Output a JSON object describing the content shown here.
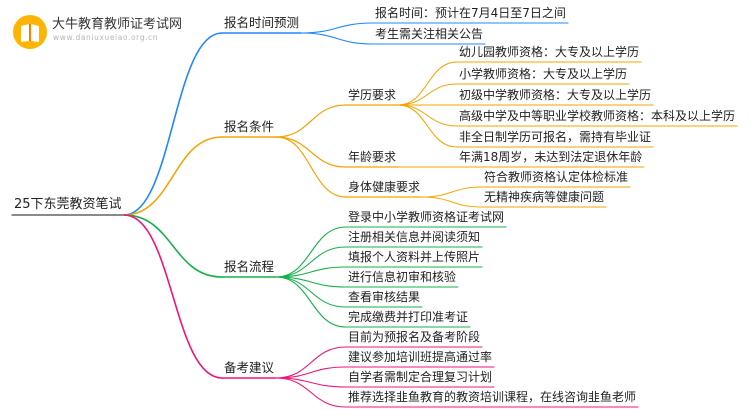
{
  "brand": {
    "name": "大牛教育教师证考试网",
    "url": "www.daniuxueiao.org.cn",
    "logo_icon": "book-logo-icon"
  },
  "colors": {
    "blue": "#1e88ff",
    "orange": "#f5a300",
    "green": "#16b04a",
    "magenta": "#f0157a"
  },
  "root": "25下东莞教资笔试",
  "branches": [
    {
      "label": "报名时间预测",
      "color": "blue",
      "children": [
        {
          "label": "报名时间：预计在7月4日至7日之间"
        },
        {
          "label": "考生需关注相关公告"
        }
      ]
    },
    {
      "label": "报名条件",
      "color": "orange",
      "children": [
        {
          "label": "学历要求",
          "children": [
            {
              "label": "幼儿园教师资格：大专及以上学历"
            },
            {
              "label": "小学教师资格：大专及以上学历"
            },
            {
              "label": "初级中学教师资格：大专及以上学历"
            },
            {
              "label": "高级中学及中等职业学校教师资格：本科及以上学历"
            },
            {
              "label": "非全日制学历可报名，需持有毕业证"
            }
          ]
        },
        {
          "label": "年龄要求",
          "children": [
            {
              "label": "年满18周岁，未达到法定退休年龄"
            }
          ]
        },
        {
          "label": "身体健康要求",
          "children": [
            {
              "label": "符合教师资格认定体检标准"
            },
            {
              "label": "无精神疾病等健康问题"
            }
          ]
        }
      ]
    },
    {
      "label": "报名流程",
      "color": "green",
      "children": [
        {
          "label": "登录中小学教师资格证考试网"
        },
        {
          "label": "注册相关信息并阅读须知"
        },
        {
          "label": "填报个人资料并上传照片"
        },
        {
          "label": "进行信息初审和核验"
        },
        {
          "label": "查看审核结果"
        },
        {
          "label": "完成缴费并打印准考证"
        }
      ]
    },
    {
      "label": "备考建议",
      "color": "magenta",
      "children": [
        {
          "label": "目前为预报名及备考阶段"
        },
        {
          "label": "建议参加培训班提高通过率"
        },
        {
          "label": "自学者需制定合理复习计划"
        },
        {
          "label": "推荐选择韭鱼教育的教资培训课程，在线咨询韭鱼老师"
        }
      ]
    }
  ]
}
